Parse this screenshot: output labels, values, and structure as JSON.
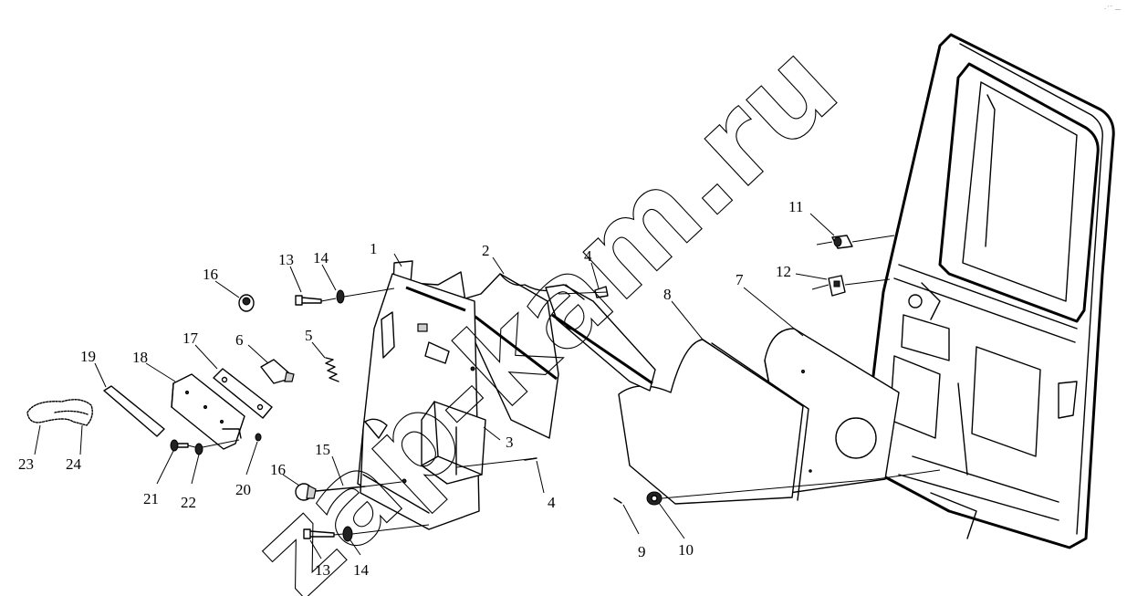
{
  "watermark": "zap-kam.ru",
  "corner_mark": "·´¯ —",
  "callouts": {
    "c1": "1",
    "c2": "2",
    "c3": "3",
    "c4a": "4",
    "c4b": "4",
    "c5": "5",
    "c6": "6",
    "c7": "7",
    "c8": "8",
    "c9": "9",
    "c10": "10",
    "c11": "11",
    "c12": "12",
    "c13a": "13",
    "c13b": "13",
    "c14a": "14",
    "c14b": "14",
    "c15": "15",
    "c16a": "16",
    "c16b": "16",
    "c17": "17",
    "c18": "18",
    "c19": "19",
    "c20": "20",
    "c21": "21",
    "c22": "22",
    "c23": "23",
    "c24": "24"
  }
}
